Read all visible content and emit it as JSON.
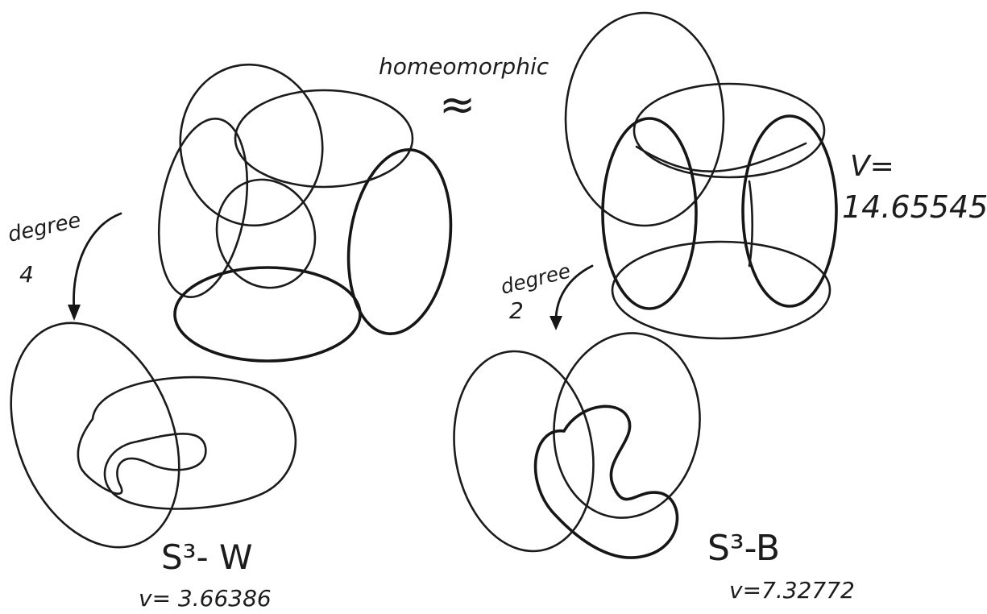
{
  "labels": {
    "homeomorphic": "homeomorphic",
    "approx_symbol": "≈",
    "degree_left_word": "degree",
    "degree_left_value": "4",
    "degree_right_word": "degree",
    "degree_right_value": "2",
    "big_volume_prefix": "V=",
    "big_volume_value": "14.65545",
    "w_space": "S³- W",
    "w_volume": "v= 3.66386",
    "b_space": "S³-B",
    "b_volume": "v=7.32772"
  },
  "figures": {
    "top_left_link": "six-component chain link",
    "top_right_link": "six-component chain link",
    "bottom_left_link": "Whitehead link",
    "bottom_right_link": "Borromean rings"
  },
  "colors": {
    "ink": "#1b1b1b",
    "paper": "#ffffff"
  }
}
